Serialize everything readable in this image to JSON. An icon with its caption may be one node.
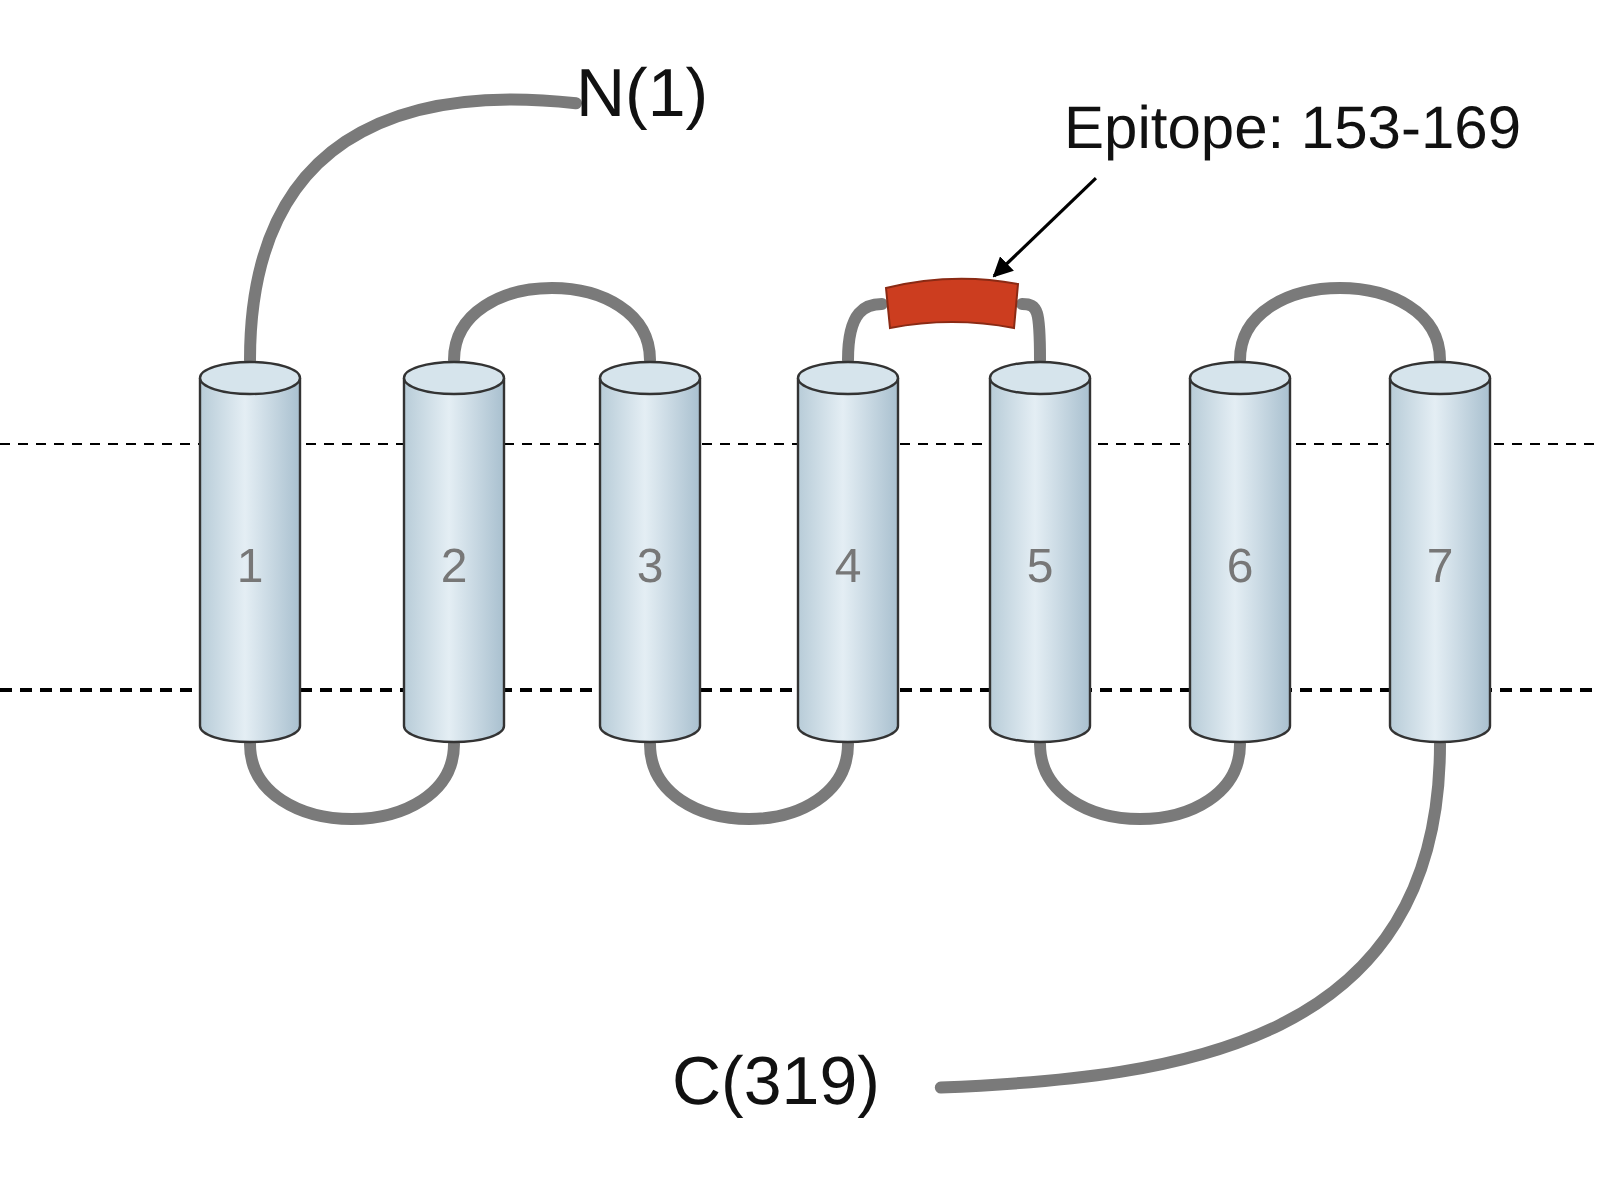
{
  "diagram": {
    "nodes": [
      {
        "text": [
          "N(1)"
        ]
      },
      {
        "text": [
          "Epitope: 153-169"
        ]
      },
      {
        "text": [],
        "shape": "bar"
      },
      {
        "text": [
          "1"
        ]
      },
      {
        "text": [
          "2"
        ]
      },
      {
        "text": [
          "3"
        ]
      },
      {
        "text": [
          "4"
        ]
      },
      {
        "text": [
          "5"
        ]
      },
      {
        "text": [
          "6"
        ]
      },
      {
        "text": [
          "7"
        ]
      },
      {
        "text": [
          "C(319)"
        ]
      }
    ],
    "edges": [
      {
        "from": 0,
        "to": 3,
        "arrow": "none"
      },
      {
        "from": 1,
        "to": 2,
        "arrow": "to",
        "color": "#000000"
      },
      {
        "from": 3,
        "to": 4,
        "arrow": "none"
      },
      {
        "from": 4,
        "to": 5,
        "arrow": "none"
      },
      {
        "from": 5,
        "to": 6,
        "arrow": "none"
      },
      {
        "from": 6,
        "to": 2,
        "arrow": "none"
      },
      {
        "from": 2,
        "to": 7,
        "arrow": "none"
      },
      {
        "from": 7,
        "to": 8,
        "arrow": "none"
      },
      {
        "from": 8,
        "to": 9,
        "arrow": "none"
      },
      {
        "from": 9,
        "to": 10,
        "arrow": "none"
      }
    ]
  }
}
